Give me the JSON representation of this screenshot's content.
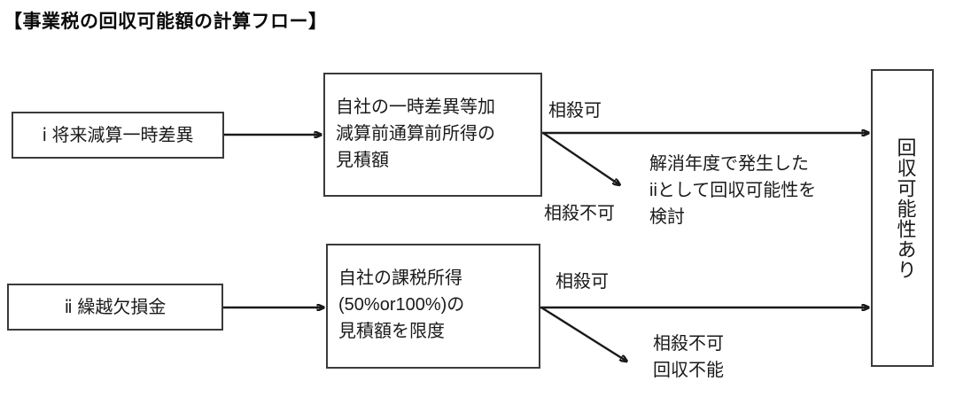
{
  "title": "【事業税の回収可能額の計算フロー】",
  "boxes": {
    "source_i": "ⅰ 将来減算一時差異",
    "source_ii": "ⅱ 繰越欠損金",
    "middle_top": "自社の一時差異等加\n減算前通算前所得の\n見積額",
    "middle_bottom": "自社の課税所得\n(50%or100%)の\n見積額を限度",
    "result": "回収可能性あり"
  },
  "labels": {
    "top_offsettable": "相殺可",
    "top_not_offsettable": "相殺不可",
    "top_note": "解消年度で発生した\niiとして回収可能性を\n検討",
    "bottom_offsettable": "相殺可",
    "bottom_not_offsettable": "相殺不可\n回収不能"
  },
  "colors": {
    "line": "#1a1a1a",
    "box_border": "#3a3a3a",
    "background": "#ffffff",
    "text": "#1a1a1a"
  }
}
